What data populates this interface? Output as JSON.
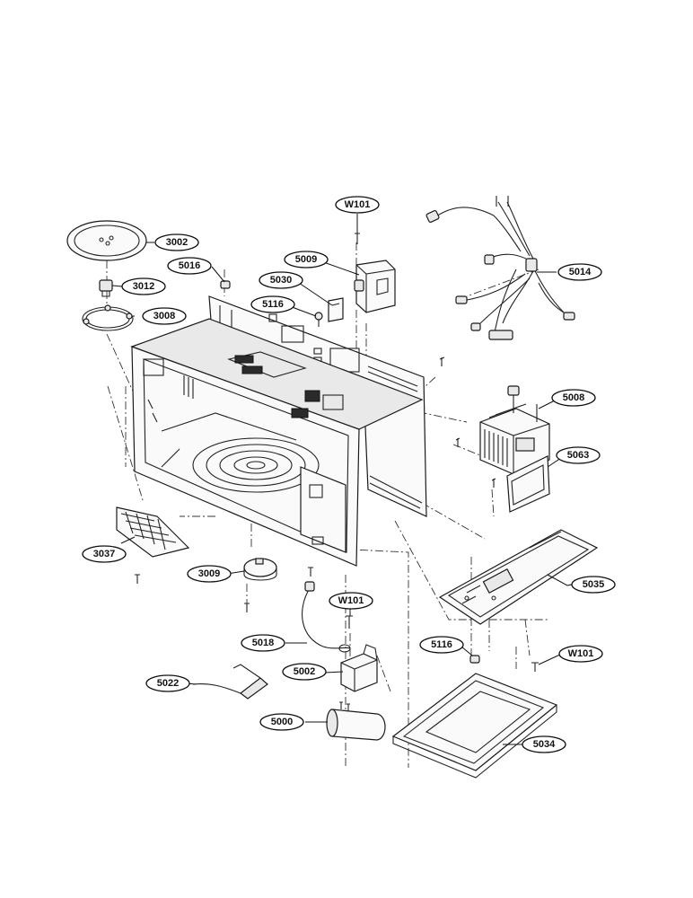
{
  "parts": [
    {
      "id": "p3002",
      "number": "3002"
    },
    {
      "id": "p3012",
      "number": "3012"
    },
    {
      "id": "p3008",
      "number": "3008"
    },
    {
      "id": "p5016",
      "number": "5016"
    },
    {
      "id": "p5009",
      "number": "5009"
    },
    {
      "id": "p5030",
      "number": "5030"
    },
    {
      "id": "p5116a",
      "number": "5116"
    },
    {
      "id": "pW101a",
      "number": "W101"
    },
    {
      "id": "p5014",
      "number": "5014"
    },
    {
      "id": "p5008",
      "number": "5008"
    },
    {
      "id": "p5063",
      "number": "5063"
    },
    {
      "id": "p5035",
      "number": "5035"
    },
    {
      "id": "p3037",
      "number": "3037"
    },
    {
      "id": "p3009",
      "number": "3009"
    },
    {
      "id": "pW101b",
      "number": "W101"
    },
    {
      "id": "p5018",
      "number": "5018"
    },
    {
      "id": "p5002",
      "number": "5002"
    },
    {
      "id": "p5022",
      "number": "5022"
    },
    {
      "id": "p5000",
      "number": "5000"
    },
    {
      "id": "p5116b",
      "number": "5116"
    },
    {
      "id": "pW101c",
      "number": "W101"
    },
    {
      "id": "p5034",
      "number": "5034"
    }
  ]
}
